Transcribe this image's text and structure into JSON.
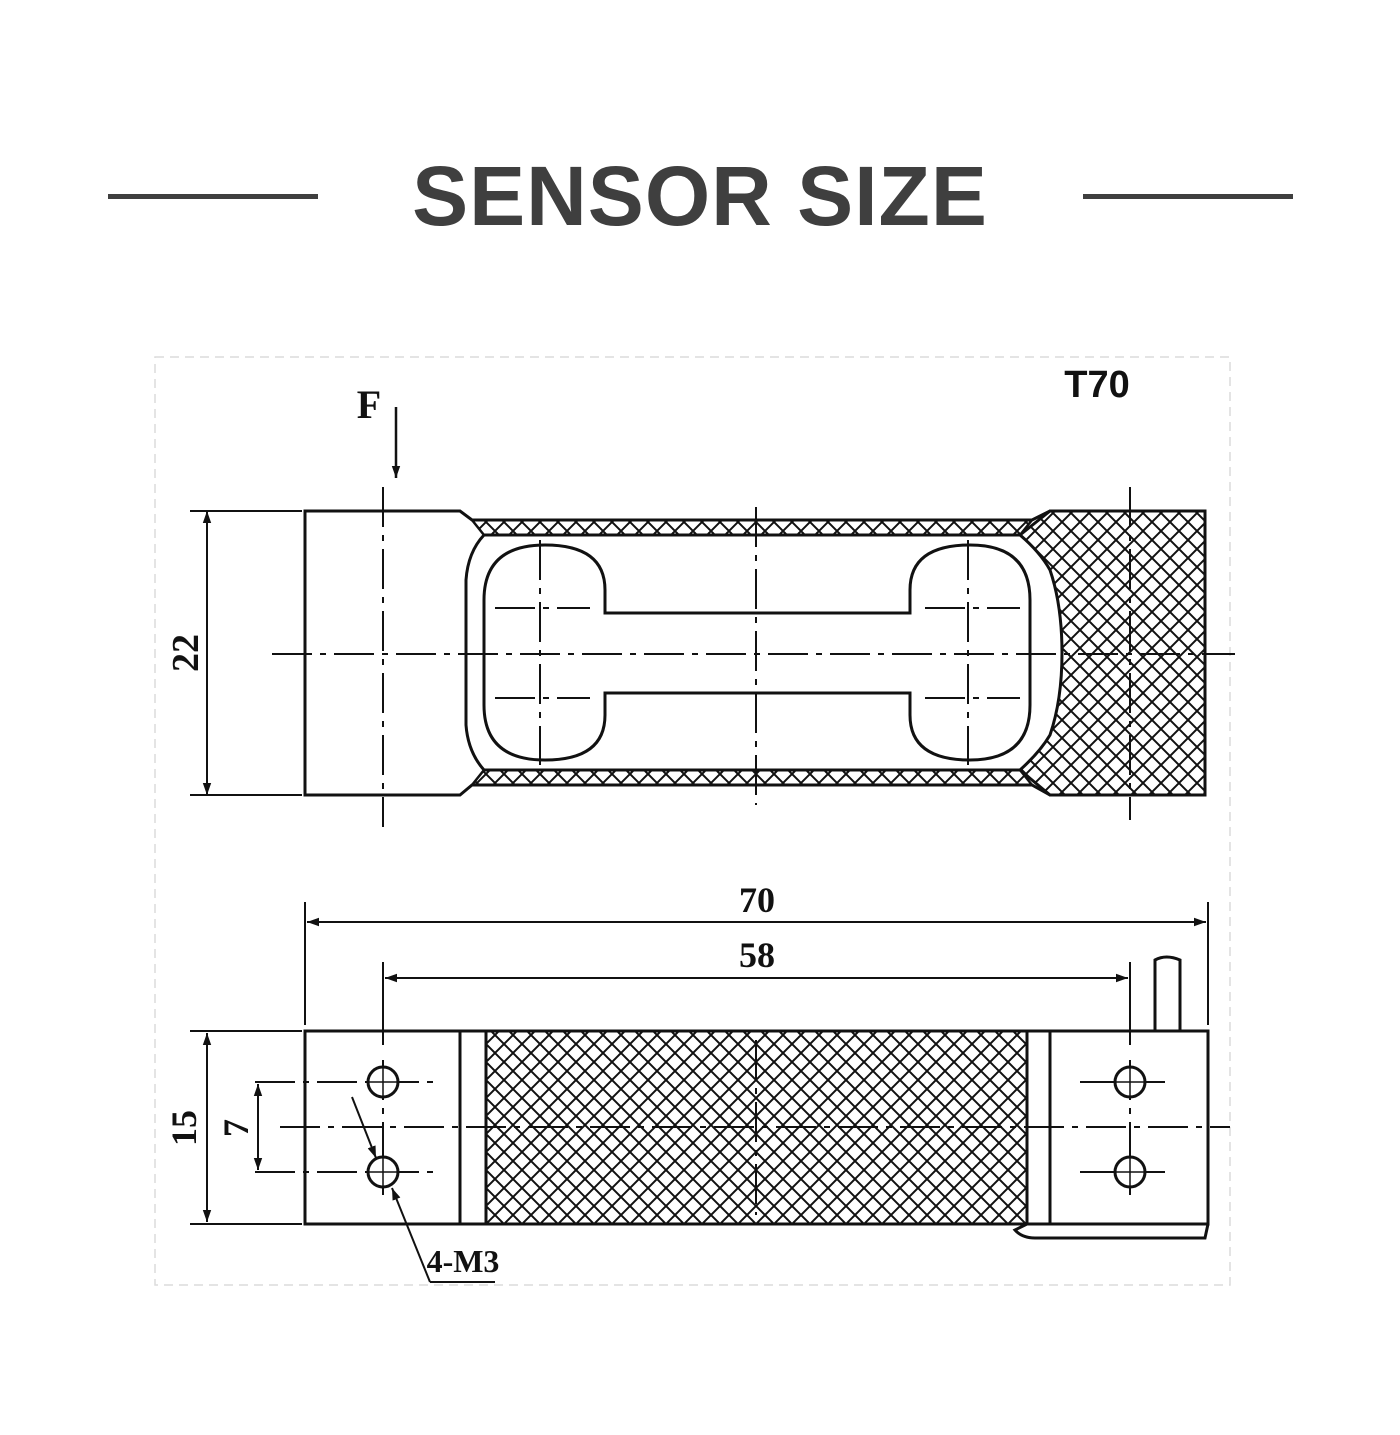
{
  "header": {
    "title": "SENSOR SIZE"
  },
  "drawing": {
    "model": "T70",
    "force_label": "F",
    "dimensions": {
      "height": "22",
      "length_total": "70",
      "hole_spacing": "58",
      "width": "15",
      "hole_offset": "7",
      "thread": "4-M3"
    }
  },
  "colors": {
    "title": "#3f3f3f",
    "lines": "#111111",
    "background": "#ffffff"
  }
}
